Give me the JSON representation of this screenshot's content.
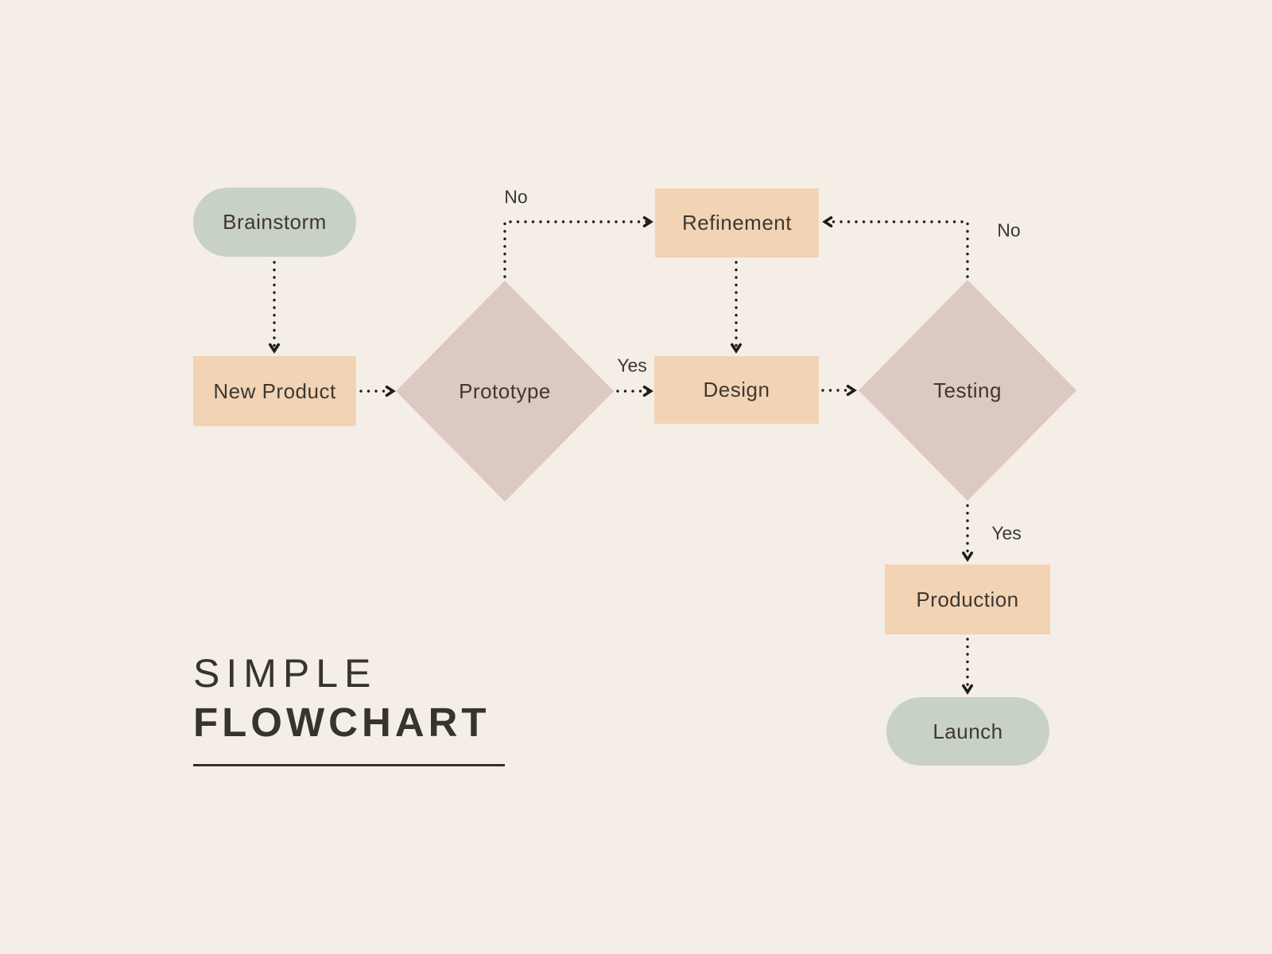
{
  "title": {
    "line1": "SIMPLE",
    "line2": "FLOWCHART"
  },
  "nodes": {
    "brainstorm": {
      "label": "Brainstorm",
      "shape": "pill"
    },
    "new_product": {
      "label": "New Product",
      "shape": "rect"
    },
    "prototype": {
      "label": "Prototype",
      "shape": "diamond"
    },
    "refinement": {
      "label": "Refinement",
      "shape": "rect"
    },
    "design": {
      "label": "Design",
      "shape": "rect"
    },
    "testing": {
      "label": "Testing",
      "shape": "diamond"
    },
    "production": {
      "label": "Production",
      "shape": "rect"
    },
    "launch": {
      "label": "Launch",
      "shape": "pill"
    }
  },
  "edges": [
    {
      "from": "Brainstorm",
      "to": "New Product",
      "label": ""
    },
    {
      "from": "New Product",
      "to": "Prototype",
      "label": ""
    },
    {
      "from": "Prototype",
      "to": "Refinement",
      "label": "No"
    },
    {
      "from": "Prototype",
      "to": "Design",
      "label": "Yes"
    },
    {
      "from": "Refinement",
      "to": "Design",
      "label": ""
    },
    {
      "from": "Design",
      "to": "Testing",
      "label": ""
    },
    {
      "from": "Testing",
      "to": "Refinement",
      "label": "No"
    },
    {
      "from": "Testing",
      "to": "Production",
      "label": "Yes"
    },
    {
      "from": "Production",
      "to": "Launch",
      "label": ""
    }
  ],
  "edge_labels": {
    "prototype_no": "No",
    "prototype_yes": "Yes",
    "testing_no": "No",
    "testing_yes": "Yes"
  },
  "colors": {
    "bg": "#f4eee6",
    "sage": "#c8d1c5",
    "peach": "#f2d3b4",
    "mauve": "#dcc9c1",
    "ink": "#1d1d1b",
    "node-text": "#3d3833",
    "title-text": "#36342f"
  }
}
